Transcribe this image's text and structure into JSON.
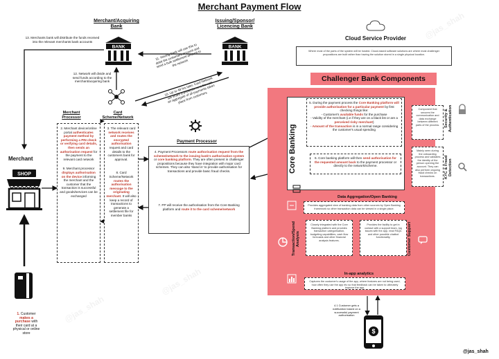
{
  "title": "Merchant Payment Flow",
  "merchant_acquiring": {
    "label": "Merchant/Acquiring Bank",
    "bank_text": "BANK"
  },
  "issuing": {
    "label": "Issuing/Sponsor/ Licencing Bank",
    "bank_text": "BANK"
  },
  "cloud": {
    "label": "Cloud Service Provider",
    "desc": "Where most of the parts of the system will be hosted. Cloud-based software solutions are where most challenger propositions are built rather than having the solution stored in a single physical location."
  },
  "challenger": {
    "label": "Challenger Bank Components"
  },
  "merchant": {
    "label": "Merchant",
    "shop_text": "SHOP"
  },
  "merchant_processor": {
    "label": "Merchant Processor"
  },
  "card_scheme": {
    "label": "Card Scheme/Network"
  },
  "payment_processor": {
    "label": "Payment Processor"
  },
  "core_banking": {
    "label": "Core Banking"
  },
  "security_auth": {
    "label": "Security & Authentication",
    "desc": "Component that secures the communication and data exchange between different parts of the process."
  },
  "kyc": {
    "label": "KYC & Fraud Detection",
    "desc": "Mainly seen during the onboarding process and validates the identity of the person opening the account. They can also perform ongoing fraud checks on transactions."
  },
  "data_agg": {
    "label": "Data Aggregation/Open Banking",
    "desc": "Provides aggregated view of banking data from other sources by Open Banking framework so other transaction data can be viewed in a single place."
  },
  "transaction_spend": {
    "label": "Transaction/Spend Analysis",
    "desc": "Closely integrated with the Core Banking platform and provides transaction categorisation, budgeting capabilities, cash flow forecasts and other financial analysis features."
  },
  "customer_support": {
    "label": "Customer Support",
    "desc": "Provides the facility to get in contact with a support team, log issues with the app, read FAQs and other possible chatbot functionality."
  },
  "in_app": {
    "label": "In-app analytics",
    "desc": "Captures the customer's usage of the app, where features are not being used, how often they use the app etc so that feedback can be taken to ultimately improve the app."
  },
  "steps": {
    "s1": {
      "num": "1.",
      "a": " Customer ",
      "b": "makes a purchase",
      "c": " with their card at a physical or online store"
    },
    "s2": {
      "a": "2. Merchant device/online portal ",
      "b": "authenticates payment method by performing a PIN check or verifying card details, then sends an authorisation request",
      "c": " for the payment to the relevant card network"
    },
    "s3": {
      "a": "3. The relevant card ",
      "b": "network receives and routes the encrypted authorisation",
      "c": " request and card details to the customers bank for approval."
    },
    "s4": {
      "a": "4. Payment Processors ",
      "b": "route authorisation request from the scheme/network to the issuing bank's authorisation system",
      "c": " or ",
      "d": "core banking platform",
      "e": ". They are often present in challenger propositions because they have integration with major card schemes. They can also 'stand in' to provide authorisation for transactions and provide basic fraud checks."
    },
    "s5": {
      "a": "5. During the payment process the ",
      "b": "Core Banking platform will provide authorisation for a particular payment",
      "c": " by first checking things like:",
      "l1a": "- Customer's ",
      "l1b": "available funds",
      "l1c": " for the purchase",
      "l2a": "- Validity of the merchant (i.e if they are on a black list or are a ",
      "l2b": "perceived risky merchant",
      "l2c": ")",
      "l3a": "- ",
      "l3b": "Amount of the transaction",
      "l3c": " is in a normal range considering the customer's usual spending"
    },
    "s6": {
      "a": "6. Core banking platform will then ",
      "b": "send authorisation for the requested amount back",
      "c": " to the payment processor or directly to the network/scheme."
    },
    "s7": {
      "a": "7. PP will receive the authorisation from the Core Banking platform and ",
      "b": "route it to the card scheme/network"
    },
    "s8": {
      "a": "8. Card Scheme/Network ",
      "b": "routes the authorisation message to the originating merchant.",
      "c": " It will also keep a record of transactions to generate a settlement file for member banks"
    },
    "s9": {
      "a": "9. Merchant processor ",
      "b": "displays authorisation on the device",
      "c": " informing the merchant and the customer that the transaction is successful and goods/services can be exchanged"
    },
    "s10": {
      "text": "10. Up to 48 hrs later, Card Network will share a presettlement file with an aggregate of all payments taken place from customers"
    },
    "s11": {
      "text": "11. Issuing bank will use this to debit the customers account and send a bulk settlement amount to the network"
    },
    "s12": {
      "text": "12. Network will divide and send funds according to the merchant/acquiring bank"
    },
    "s13": {
      "text": "13. Merchants bank will distribute the funds received into the relevant merchants bank accounts"
    },
    "s41": {
      "text": "4.1 Customer gets a notification based on a successful payment authorisation"
    }
  },
  "handle": "@jas_shah",
  "watermark": "@jas_shah",
  "colors": {
    "accent": "#c0392b",
    "challenger_bg": "#f2787f",
    "title_bg": "#f2787f"
  }
}
